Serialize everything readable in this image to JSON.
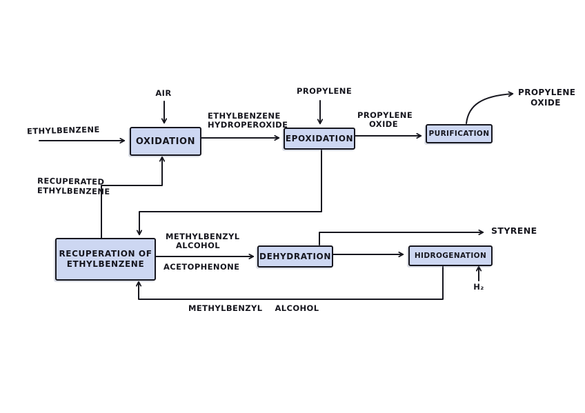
{
  "diagram": {
    "colors": {
      "background": "#ffffff",
      "box_fill": "#cdd7f2",
      "box_border": "#16161e",
      "line": "#16161e",
      "text": "#16161e"
    },
    "boxes": {
      "oxidation": "OXIDATION",
      "epoxidation": "EPOXIDATION",
      "purification": "PURIFICATION",
      "recuperation_line1": "RECUPERATION OF",
      "recuperation_line2": "ETHYLBENZENE",
      "dehydration": "DEHYDRATION",
      "hidrogenation": "HIDROGENATION"
    },
    "labels": {
      "air": "AIR",
      "ethylbenzene_feed": "ETHYLBENZENE",
      "eb_hydroperoxide_line1": "ETHYLBENZENE",
      "eb_hydroperoxide_line2": "HYDROPEROXIDE",
      "propylene_feed": "PROPYLENE",
      "propylene_oxide_mid_line1": "PROPYLENE",
      "propylene_oxide_mid_line2": "OXIDE",
      "propylene_oxide_product_line1": "PROPYLENE",
      "propylene_oxide_product_line2": "OXIDE",
      "recuperated_line1": "RECUPERATED",
      "recuperated_line2": "ETHYLBENZENE",
      "methylbenzyl_alcohol_line1": "METHYLBENZYL",
      "methylbenzyl_alcohol_line2": "ALCOHOL",
      "acetophenone": "ACETOPHENONE",
      "styrene": "STYRENE",
      "hydrogen": "H₂",
      "mba_recycle_word1": "METHYLBENZYL",
      "mba_recycle_word2": "ALCOHOL"
    }
  }
}
